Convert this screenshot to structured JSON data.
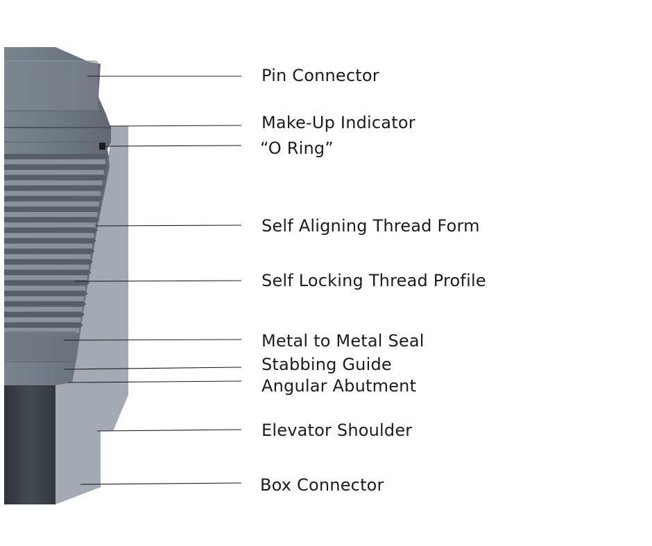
{
  "colors": {
    "box_body": "#a3aab3",
    "pin_body": "#6f7984",
    "pin_bore": "#3a3f47",
    "thread_dark": "#565f69",
    "thread_light": "#8a939c",
    "leader_line": "#1c1c1c",
    "label_text": "#1c1c1c"
  },
  "labels": [
    {
      "key": "pin-connector",
      "text": "Pin Connector"
    },
    {
      "key": "make-up-indicator",
      "text": "Make-Up Indicator"
    },
    {
      "key": "o-ring",
      "text": "“O Ring”"
    },
    {
      "key": "self-aligning-thread-form",
      "text": "Self Aligning Thread Form"
    },
    {
      "key": "self-locking-thread-profile",
      "text": "Self Locking Thread Profile"
    },
    {
      "key": "metal-to-metal-seal",
      "text": "Metal to Metal Seal"
    },
    {
      "key": "stabbing-guide",
      "text": "Stabbing Guide"
    },
    {
      "key": "angular-abutment",
      "text": "Angular Abutment"
    },
    {
      "key": "elevator-shoulder",
      "text": "Elevator Shoulder"
    },
    {
      "key": "box-connector",
      "text": "Box Connector"
    }
  ]
}
